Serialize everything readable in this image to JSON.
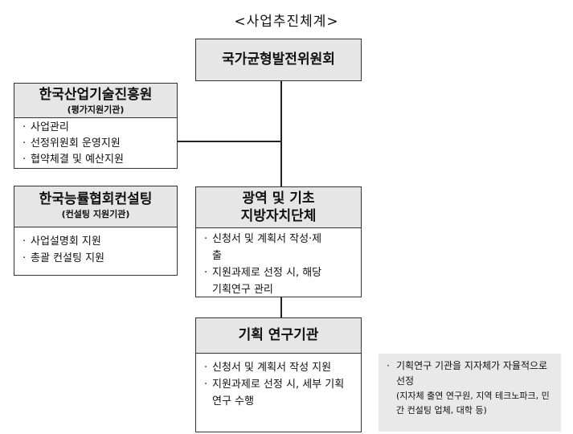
{
  "title": "<사업추진체계>",
  "top_node": {
    "name": "국가균형발전위원회"
  },
  "left_top": {
    "name": "한국산업기술진흥원",
    "role": "(평가지원기관)",
    "items": [
      "사업관리",
      "선정위원회 운영지원",
      "협약체결 및 예산지원"
    ]
  },
  "left_bottom": {
    "name": "한국능률협회컨설팅",
    "role": "(컨설팅 지원기관)",
    "items": [
      "사업설명회 지원",
      "총괄 컨설팅 지원"
    ]
  },
  "middle_node": {
    "name_line1": "광역 및 기초",
    "name_line2": "지방자치단체",
    "items": [
      "신청서 및 계획서 작성·제출",
      "지원과제로 선정 시, 해당 기획연구 관리"
    ]
  },
  "bottom_node": {
    "name": "기획 연구기관",
    "items": [
      "신청서 및 계획서 작성 지원",
      "지원과제로 선정 시, 세부 기획연구 수행"
    ]
  },
  "note": {
    "line1": "기획연구 기관을 지자체가 자율적으로 선정",
    "line2": "(지자체 출연 연구원, 지역 테크노파크, 민간 컨설팅 업체, 대학 등)"
  }
}
